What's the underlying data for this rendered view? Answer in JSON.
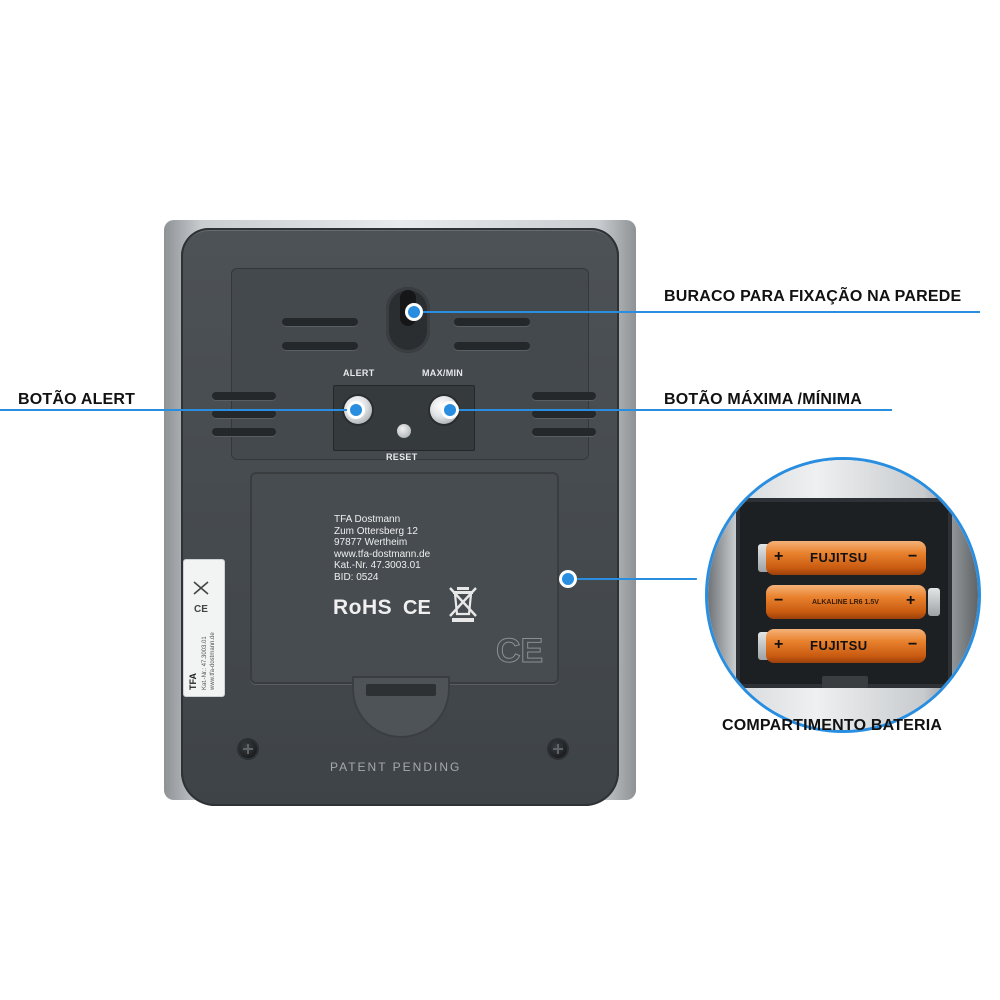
{
  "callouts": {
    "wall_hole": "BURACO PARA FIXAÇÃO NA PAREDE",
    "alert_button": "BOTÃO ALERT",
    "maxmin_button": "BOTÃO MÁXIMA /MÍNIMA",
    "battery": "COMPARTIMENTO BATERIA"
  },
  "device": {
    "alert_label": "ALERT",
    "maxmin_label": "MAX/MIN",
    "reset_label": "RESET",
    "patent": "PATENT PENDING",
    "cover_lines": [
      "TFA Dostmann",
      "Zum Ottersberg 12",
      "97877 Wertheim",
      "www.tfa-dostmann.de",
      "Kat.-Nr. 47.3003.01",
      "BID:  0524"
    ],
    "rohs": "RoHS",
    "ce": "CE",
    "sticker_brand": "TFA",
    "sticker_line1": "Kat.-Nr.: 47.3003.01",
    "sticker_line2": "www.tfa-dostmann.de"
  },
  "battery": {
    "brand": "FUJITSU",
    "middle_text": "ALKALINE LR6 1.5V",
    "plus": "+",
    "minus": "−"
  },
  "colors": {
    "accent": "#2a8ee0",
    "device": "#44494d",
    "battery": "#e9822e"
  }
}
